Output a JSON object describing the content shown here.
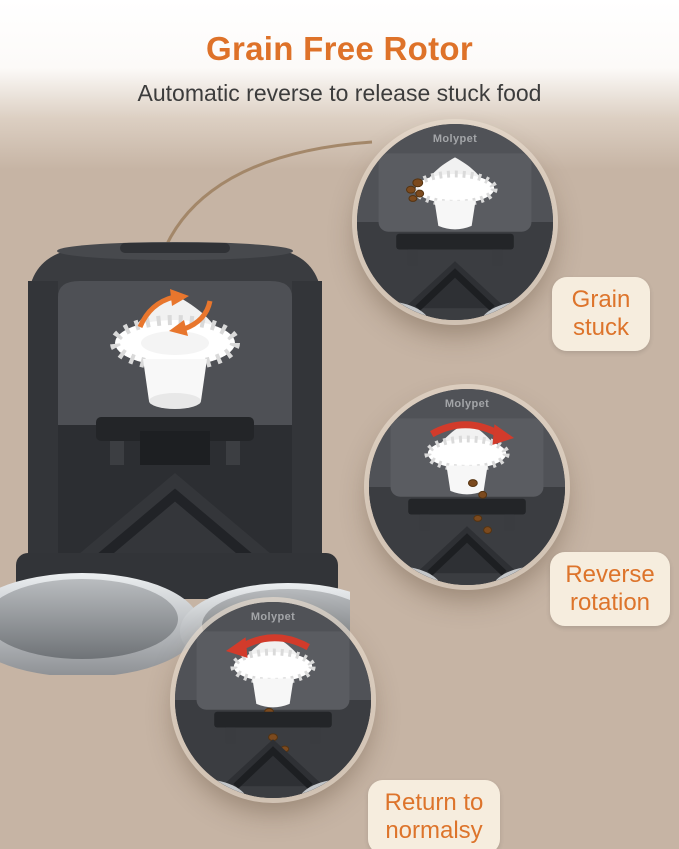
{
  "header": {
    "title": "Grain Free Rotor",
    "subtitle": "Automatic reverse to release stuck food"
  },
  "brand": "Molypet",
  "steps": [
    {
      "id": "grain-stuck",
      "label": "Grain stuck"
    },
    {
      "id": "reverse-rotation",
      "label": "Reverse rotation"
    },
    {
      "id": "return-to-normalsy",
      "label": "Return to normalsy"
    }
  ],
  "colors": {
    "accent_orange": "#DE7229",
    "background_tan": "#C6B4A4",
    "label_background": "#F9F0E2",
    "label_text": "#DD742B",
    "feeder_gray": "#3A3C40",
    "reverse_arrow_red": "#D23B2B",
    "rotation_arrow_orange": "#E8762D"
  }
}
